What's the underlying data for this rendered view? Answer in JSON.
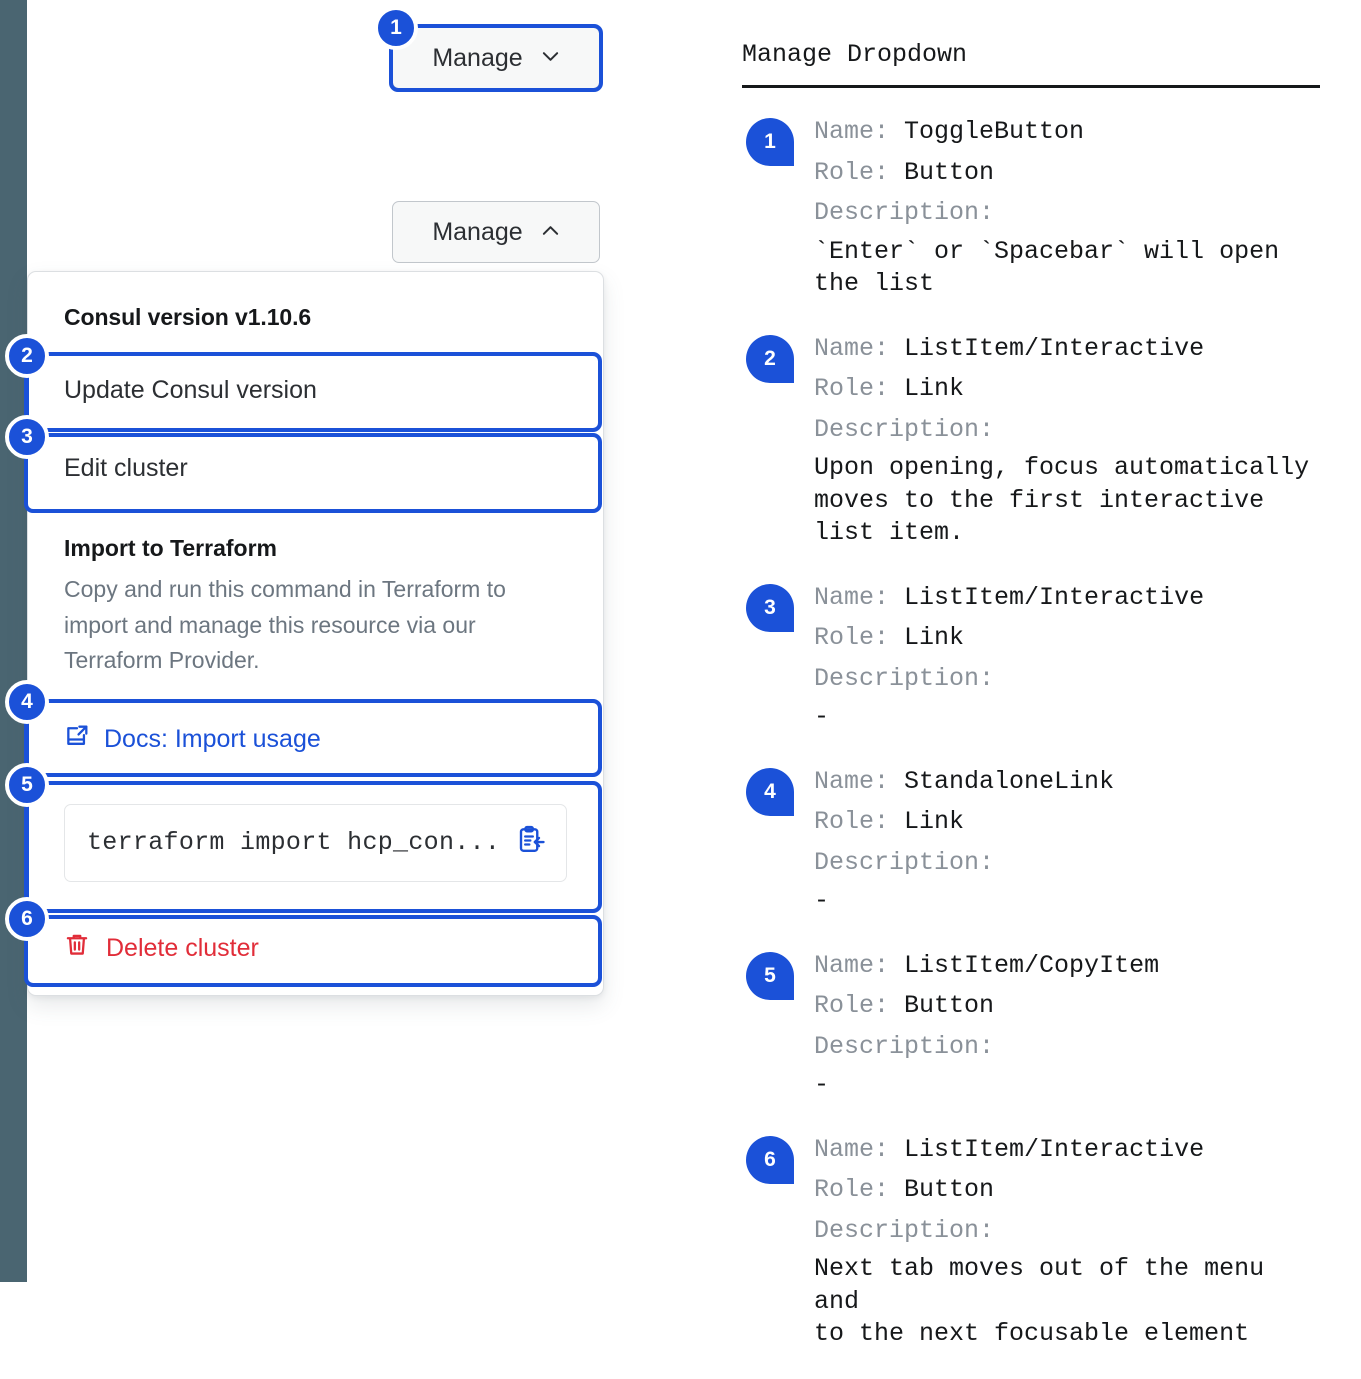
{
  "colors": {
    "accent_blue": "#1b51d8",
    "danger_red": "#e12d39",
    "rail_slate": "#4a6571",
    "muted_gray": "#8a9199"
  },
  "left": {
    "toggle_collapsed": {
      "label": "Manage",
      "icon": "chevron-down-icon"
    },
    "toggle_expanded": {
      "label": "Manage",
      "icon": "chevron-up-icon"
    },
    "dropdown": {
      "version_header": "Consul version v1.10.6",
      "update_item": "Update Consul version",
      "edit_item": "Edit cluster",
      "terraform_title": "Import to Terraform",
      "terraform_body": "Copy and run this command in Terraform to import and manage this resource via our Terraform Provider.",
      "docs_link": "Docs: Import usage",
      "docs_icon": "docs-external-link-icon",
      "command_value": "terraform import hcp_con...",
      "copy_icon": "clipboard-copy-icon",
      "delete_item": "Delete cluster",
      "delete_icon": "trash-icon"
    },
    "callout_numbers": [
      "1",
      "2",
      "3",
      "4",
      "5",
      "6"
    ]
  },
  "right": {
    "title": "Manage Dropdown",
    "labels": {
      "name": "Name:",
      "role": "Role:",
      "description": "Description:"
    },
    "items": [
      {
        "number": "1",
        "name": "ToggleButton",
        "role": "Button",
        "description": "`Enter` or `Spacebar` will open\nthe list"
      },
      {
        "number": "2",
        "name": "ListItem/Interactive",
        "role": "Link",
        "description": "Upon opening, focus automatically\nmoves to the first interactive\nlist item."
      },
      {
        "number": "3",
        "name": "ListItem/Interactive",
        "role": "Link",
        "description": "-"
      },
      {
        "number": "4",
        "name": "StandaloneLink",
        "role": "Link",
        "description": "-"
      },
      {
        "number": "5",
        "name": "ListItem/CopyItem",
        "role": "Button",
        "description": "-"
      },
      {
        "number": "6",
        "name": "ListItem/Interactive",
        "role": "Button",
        "description": "Next tab moves out of the menu and\nto the next focusable element"
      }
    ]
  }
}
